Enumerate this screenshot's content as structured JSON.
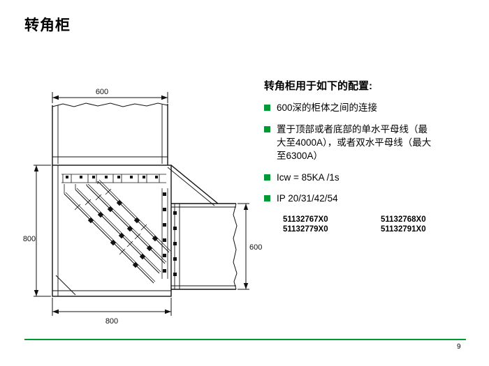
{
  "colors": {
    "accent_green": "#009933"
  },
  "title": "转角柜",
  "page_number": "9",
  "panel": {
    "heading": "转角柜用于如下的配置:",
    "bullets": [
      "600深的柜体之间的连接",
      "置于顶部或者底部的单水平母线（最大至4000A），或者双水平母线（最大至6300A）",
      "Icw = 85KA /1s",
      "IP 20/31/42/54"
    ],
    "part_numbers": {
      "col1": [
        "51132767X0",
        "51132779X0"
      ],
      "col2": [
        "51132768X0",
        "51132791X0"
      ]
    }
  },
  "diagram": {
    "dim_top": "600",
    "dim_left": "800",
    "dim_bottom": "800",
    "dim_right": "600"
  }
}
